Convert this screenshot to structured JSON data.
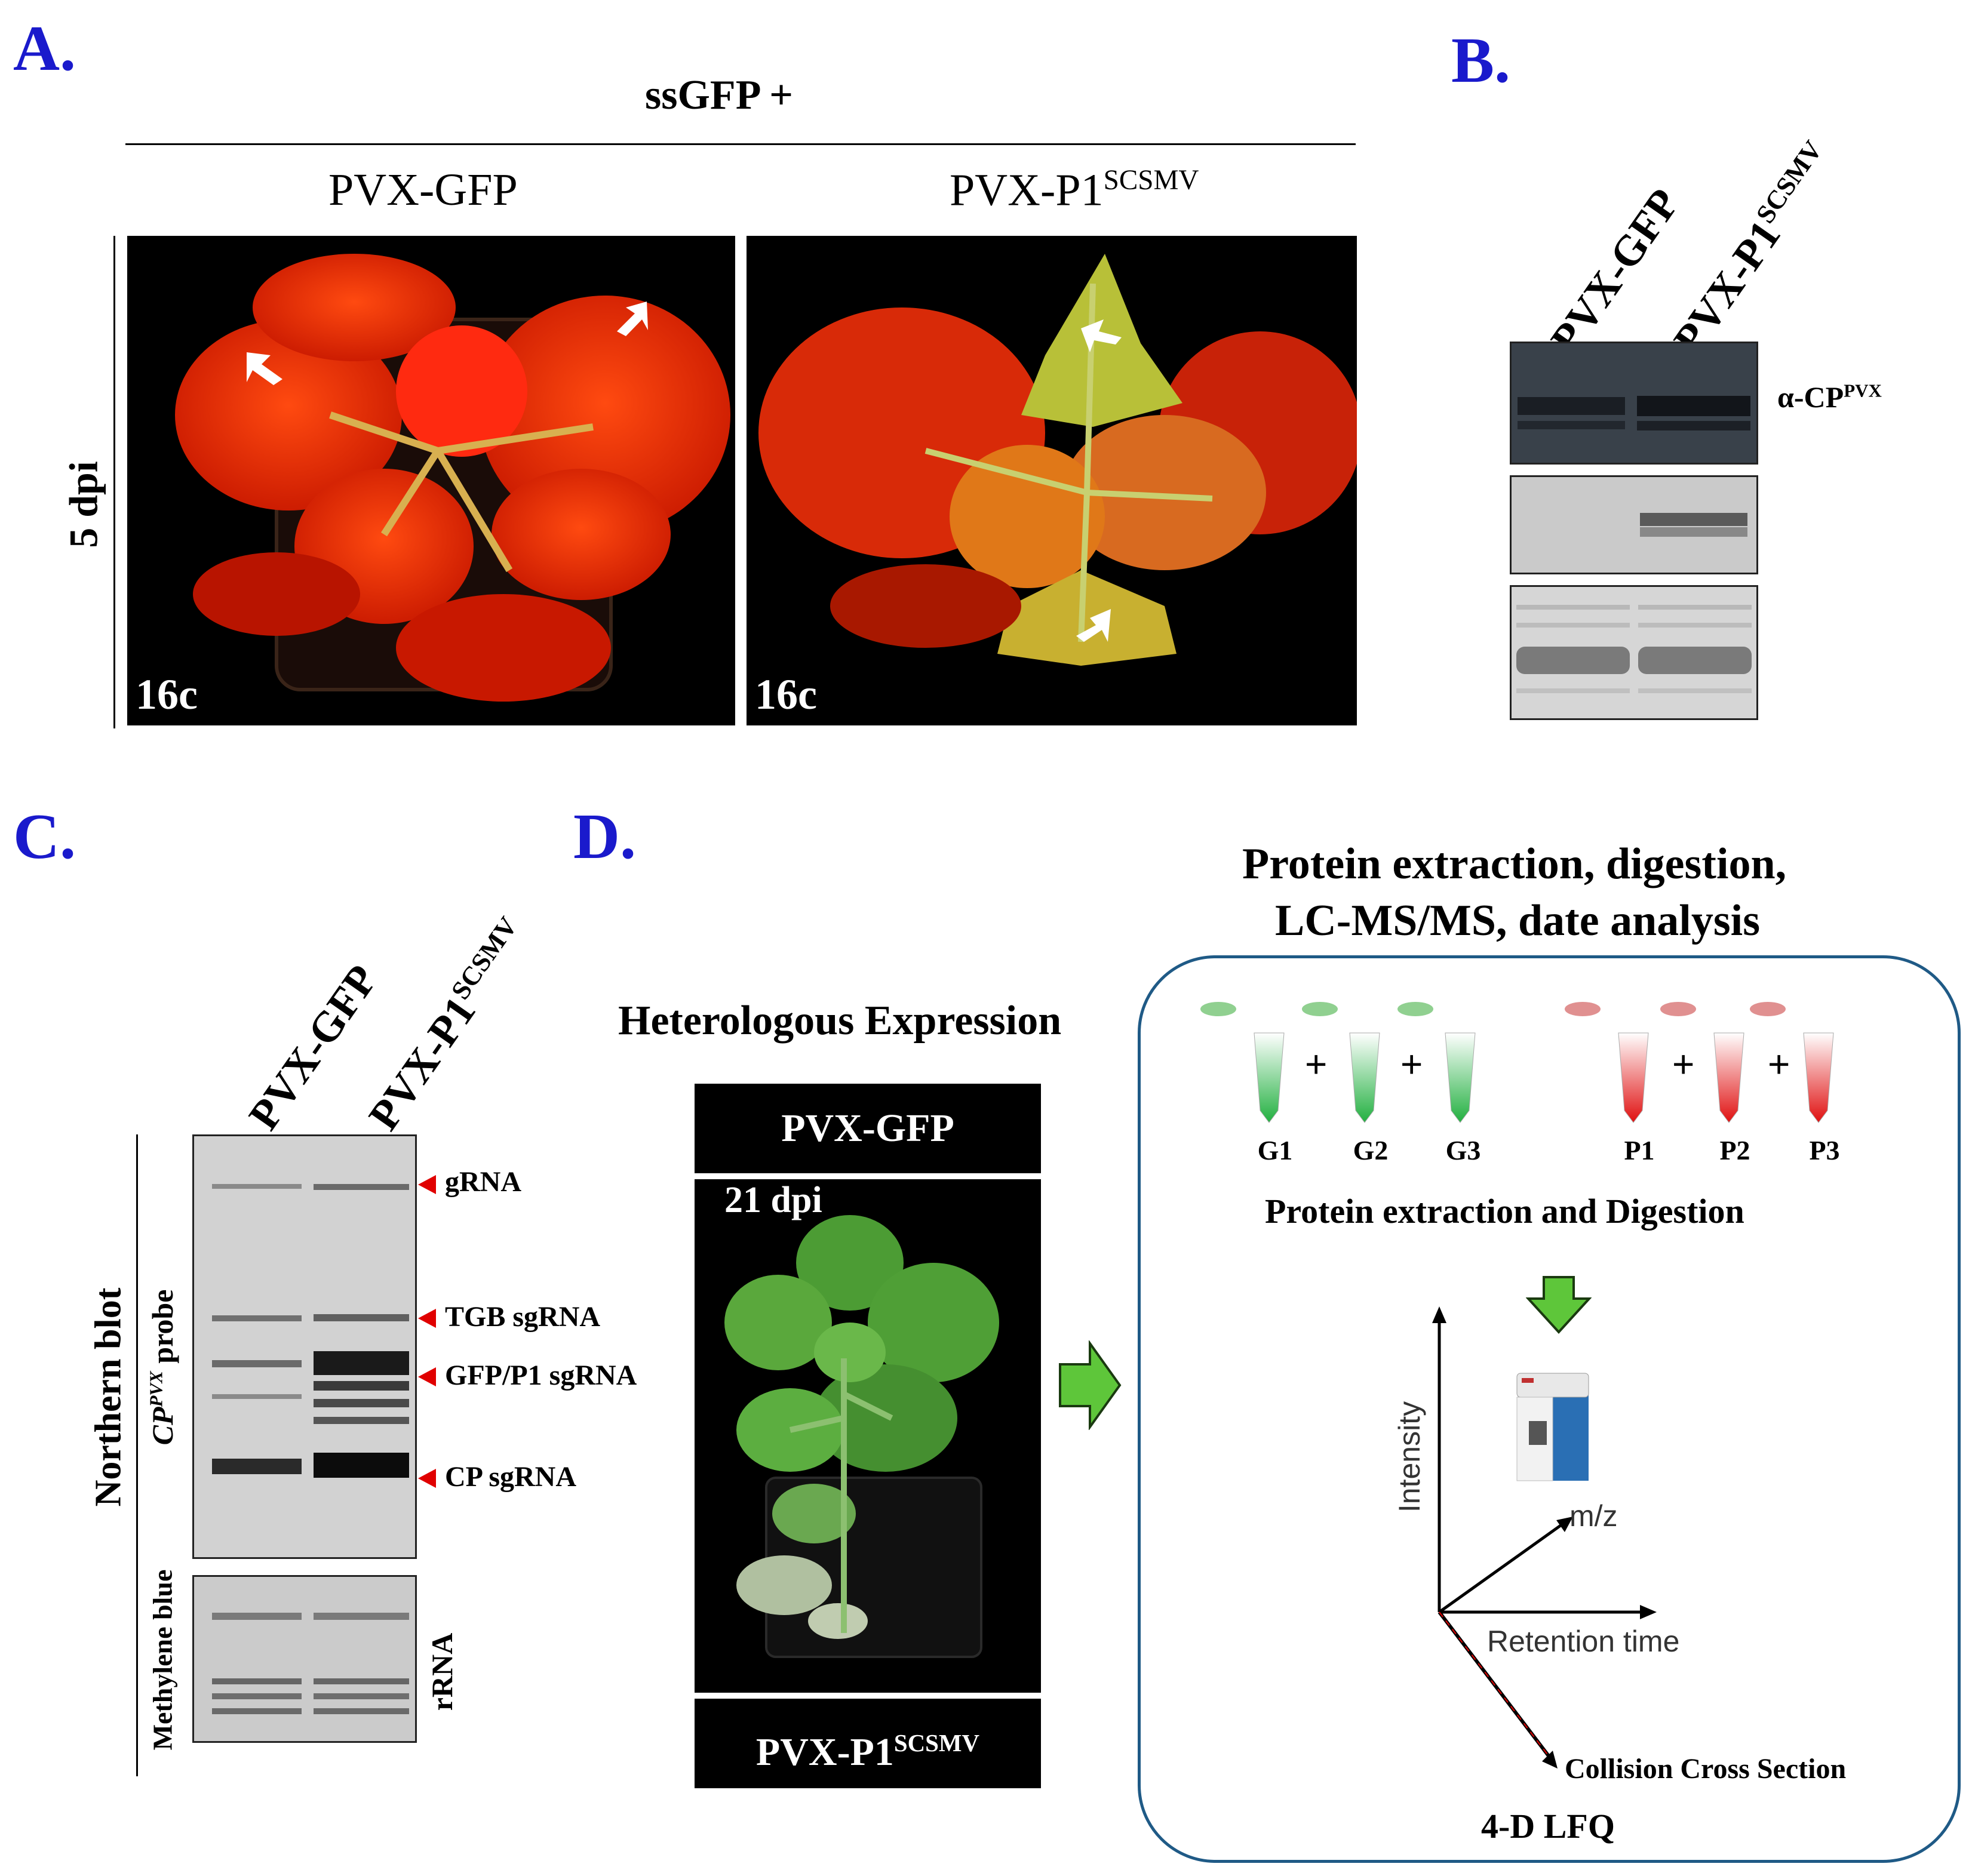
{
  "panels": {
    "a": {
      "letter": "A.",
      "header": "ssGFP +",
      "col1": "PVX-GFP",
      "col2_main": "PVX-P1",
      "col2_sup": "SCSMV",
      "row_label": "5 dpi",
      "photo1_label": "16c",
      "photo2_label": "16c"
    },
    "b": {
      "letter": "B.",
      "lane1": "PVX-GFP",
      "lane2_main": "PVX-P1",
      "lane2_sup": "SCSMV",
      "antibody_main": "α-CP",
      "antibody_sup": "PVX"
    },
    "c": {
      "letter": "C.",
      "lane1": "PVX-GFP",
      "lane2_main": "PVX-P1",
      "lane2_sup": "SCSMV",
      "northern": "Northern blot",
      "probe_main": "CP",
      "probe_sup": "PVX",
      "probe_rest": " probe",
      "methylene": "Methylene blue",
      "bands": [
        "gRNA",
        "TGB sgRNA",
        "GFP/P1 sgRNA",
        "CP sgRNA"
      ],
      "rrna": "rRNA"
    },
    "d": {
      "letter": "D.",
      "heterologous": "Heterologous Expression",
      "box_top": "PVX-GFP",
      "dpi": "21 dpi",
      "box_bottom_main": "PVX-P1",
      "box_bottom_sup": "SCSMV",
      "title_line1": "Protein extraction, digestion,",
      "title_line2": "LC-MS/MS, date analysis",
      "tubes_green": [
        "G1",
        "G2",
        "G3"
      ],
      "tubes_red": [
        "P1",
        "P2",
        "P3"
      ],
      "plus": "+",
      "extraction": "Protein extraction and Digestion",
      "axis_intensity": "Intensity",
      "axis_mz": "m/z",
      "axis_rt": "Retention time",
      "axis_ccs": "Collision Cross Section",
      "lfq": "4-D LFQ"
    }
  },
  "colors": {
    "letter": "#1a1acc",
    "band_arrow": "#e00000",
    "box_border": "#1f5a86",
    "green_arrow": "#5ec63a"
  }
}
